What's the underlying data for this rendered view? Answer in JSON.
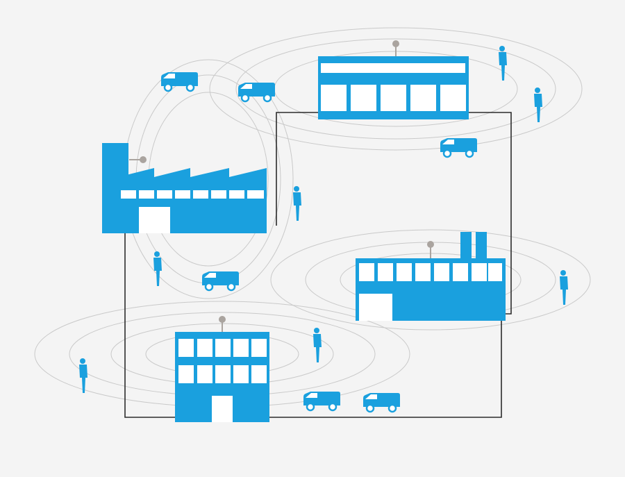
{
  "colors": {
    "background": "#f4f4f4",
    "building": "#1aa0de",
    "window": "#ffffff",
    "antenna": "#aaa49f",
    "signal_ring": "#c9c9c9",
    "network_line": "#2b2b2b"
  },
  "nodes": [
    {
      "kind": "warehouse",
      "icon": "warehouse-icon"
    },
    {
      "kind": "factory",
      "icon": "factory-icon"
    },
    {
      "kind": "plant",
      "icon": "plant-icon"
    },
    {
      "kind": "office",
      "icon": "office-building-icon"
    }
  ],
  "people_count": 7,
  "van_count": 6
}
